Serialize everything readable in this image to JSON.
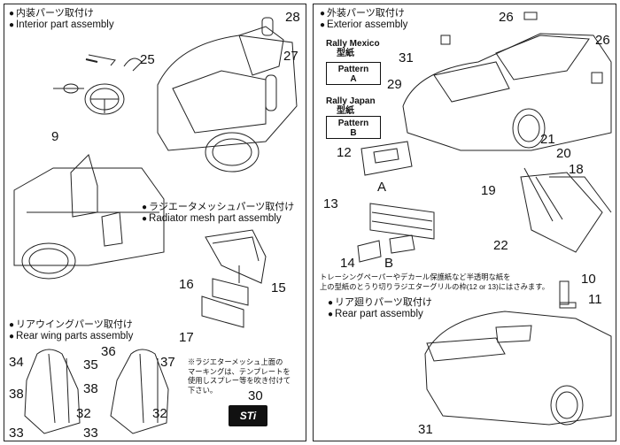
{
  "interior": {
    "jp": "内装パーツ取付け",
    "en": "Interior part assembly"
  },
  "radiator": {
    "jp": "ラジエータメッシュパーツ取付け",
    "en": "Radiator mesh part assembly"
  },
  "rear_wing": {
    "jp": "リアウイングパーツ取付け",
    "en": "Rear wing parts assembly"
  },
  "exterior": {
    "jp": "外装パーツ取付け",
    "en": "Exterior assembly"
  },
  "rear_part": {
    "jp": "リア廻りパーツ取付け",
    "en": "Rear part assembly"
  },
  "pattern_a": {
    "label1": "Rally Mexico",
    "label2": "型紙",
    "line1": "Pattern",
    "line2": "A"
  },
  "pattern_b": {
    "label1": "Rally Japan",
    "label2": "型紙",
    "line1": "Pattern",
    "line2": "B"
  },
  "mesh_note": {
    "line1": "※ラジエターメッシュ上面の",
    "line2": "マーキングは、テンプレートを",
    "line3": "使用しスプレー等を吹き付けて",
    "line4": "下さい。"
  },
  "tracing_note": {
    "line1": "トレーシングペーパーやデカール保護紙など半透明な紙を",
    "line2": "上の型紙のとうり切りラジエターグリルの枠(12 or 13)にはさみます。"
  },
  "logo_text": "STi",
  "part_numbers": {
    "n25": "25",
    "n28": "28",
    "n27": "27",
    "n9": "9",
    "n16": "16",
    "n15": "15",
    "n17": "17",
    "n34": "34",
    "n35": "35",
    "n36": "36",
    "n37": "37",
    "n38a": "38",
    "n38b": "38",
    "n32a": "32",
    "n32b": "32",
    "n33a": "33",
    "n33b": "33",
    "n30": "30",
    "n26a": "26",
    "n26b": "26",
    "n31a": "31",
    "n29": "29",
    "n12": "12",
    "nA": "A",
    "n13": "13",
    "n14": "14",
    "nB": "B",
    "n21": "21",
    "n20": "20",
    "n18": "18",
    "n19": "19",
    "n22": "22",
    "n10": "10",
    "n11": "11",
    "n31b": "31"
  }
}
